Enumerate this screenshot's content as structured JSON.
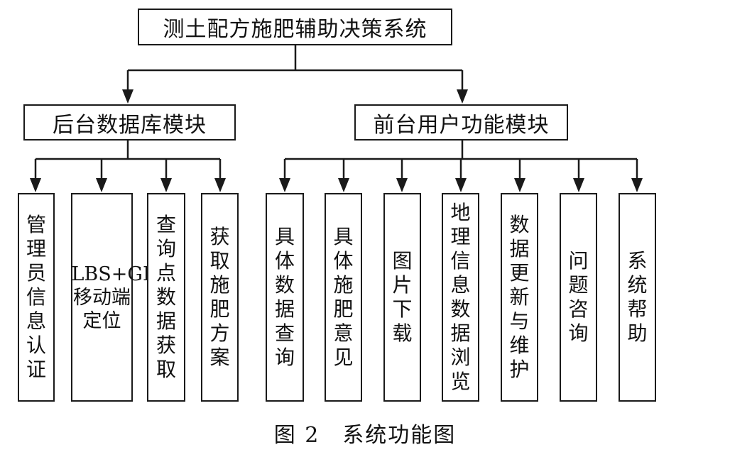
{
  "diagram": {
    "root": "测土配方施肥辅助决策系统",
    "backend": {
      "title": "后台数据库模块",
      "items": [
        "管理员信息认证",
        "LBS+GPS移动端定位",
        "查询点数据获取",
        "获取施肥方案"
      ]
    },
    "frontend": {
      "title": "前台用户功能模块",
      "items": [
        "具体数据查询",
        "具体施肥意见",
        "图片下载",
        "地理信息数据浏览",
        "数据更新与维护",
        "问题咨询",
        "系统帮助"
      ]
    }
  },
  "caption": "图 2　系统功能图"
}
